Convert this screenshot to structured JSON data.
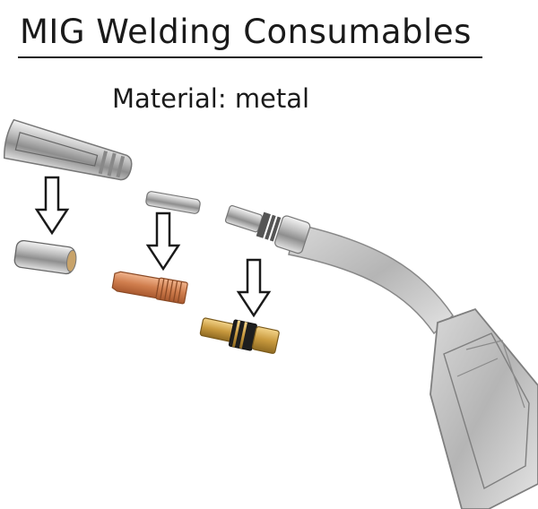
{
  "title": "MIG Welding Consumables",
  "material": {
    "label": "Material:",
    "value": "metal"
  },
  "colors": {
    "text": "#1a1a1a",
    "nozzle_steel": "#c9c9c9",
    "contact_tip_copper": "#d98d5e",
    "tip_holder_brass": "#d4a95a",
    "torch_sketch": "#9a9a9a"
  },
  "icons": [
    "down-arrow-icon",
    "down-arrow-icon",
    "down-arrow-icon"
  ]
}
